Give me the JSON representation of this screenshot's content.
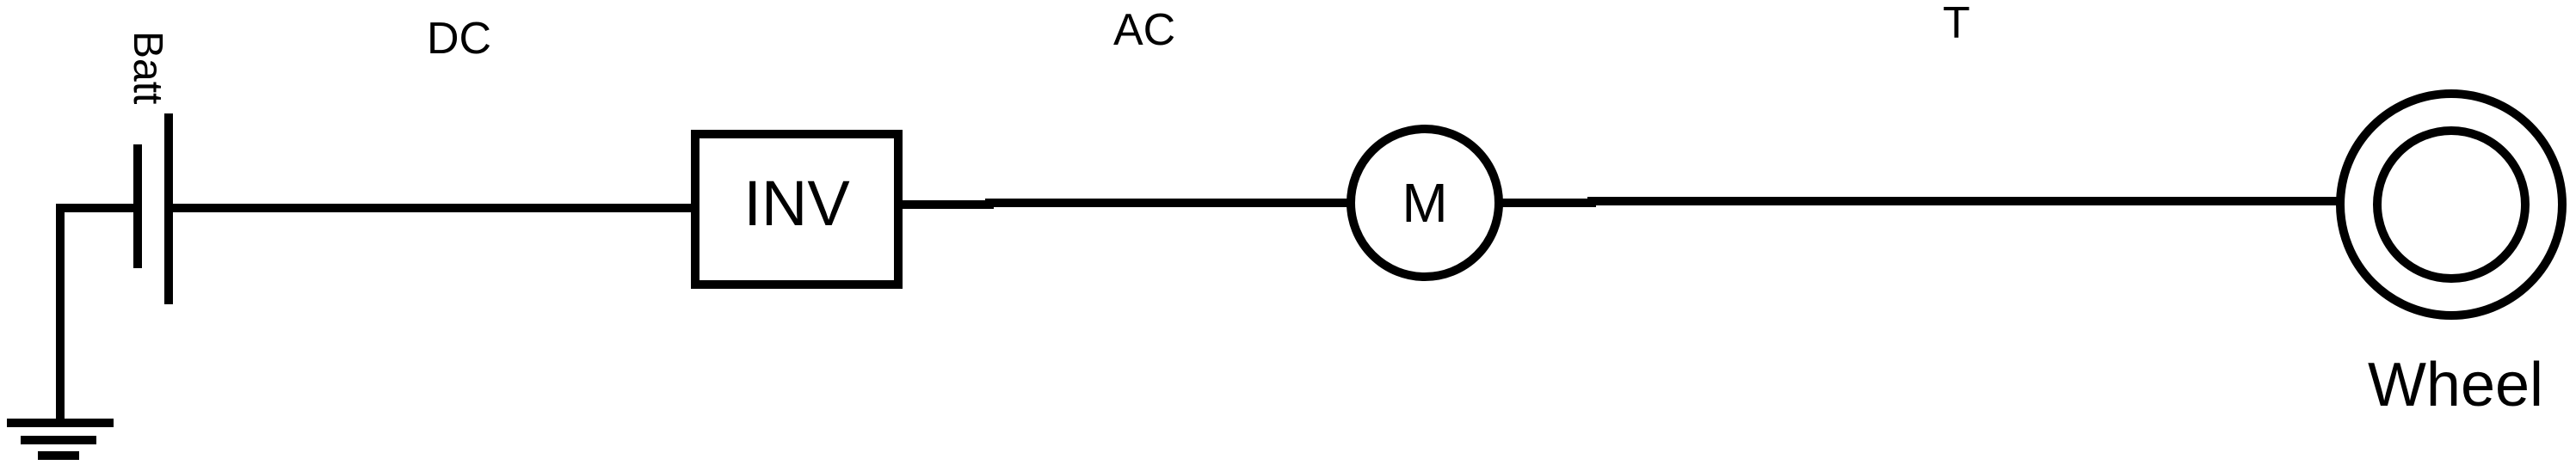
{
  "diagram": {
    "labels": {
      "battery": "Batt",
      "dc": "DC",
      "ac": "AC",
      "torque": "T",
      "inverter": "INV",
      "motor": "M",
      "wheel": "Wheel"
    },
    "colors": {
      "stroke": "#000000",
      "background": "#ffffff"
    }
  }
}
